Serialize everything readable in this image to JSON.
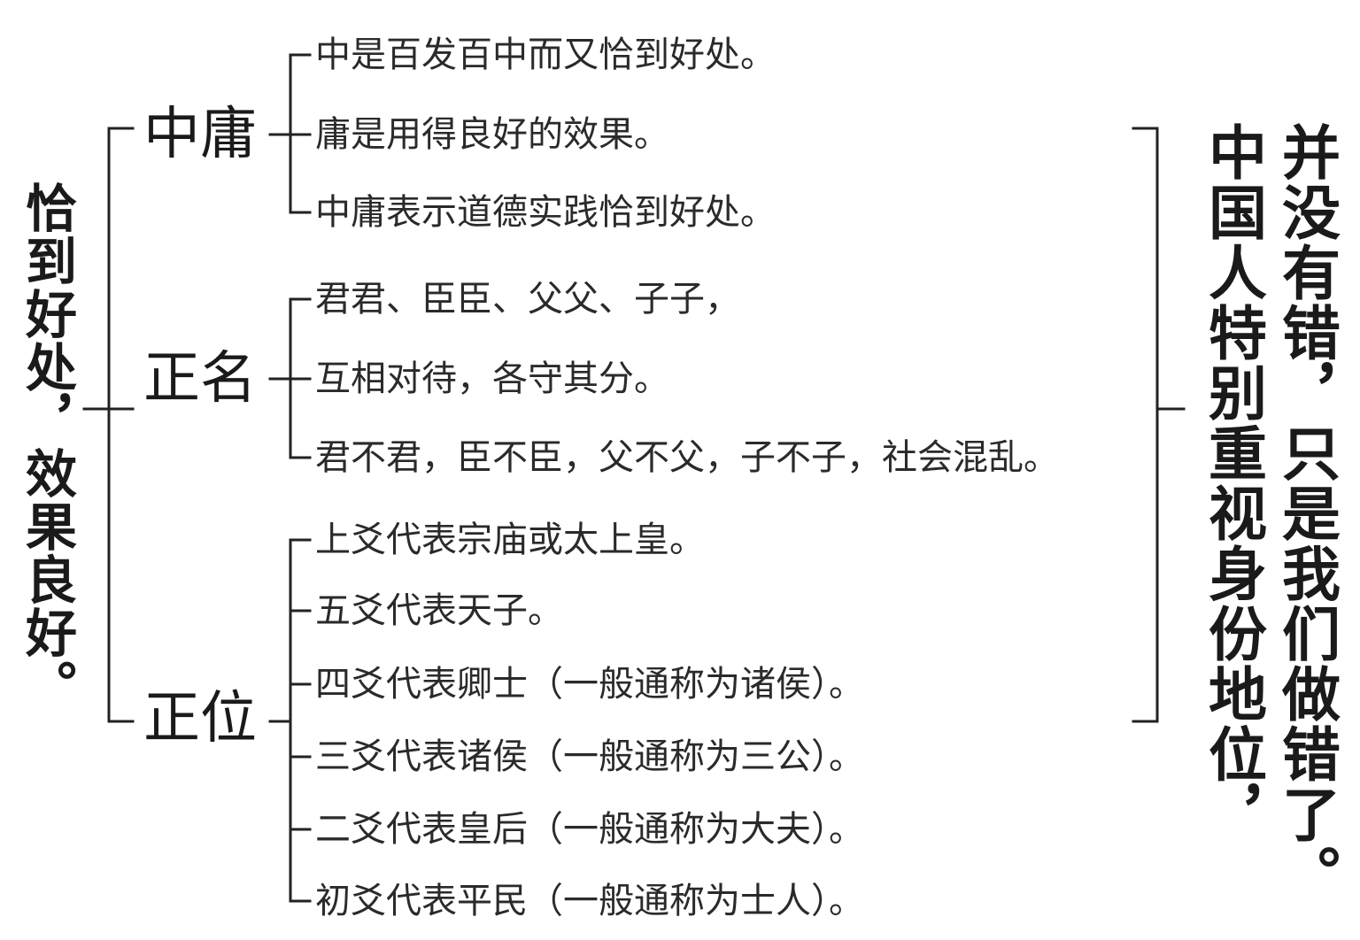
{
  "left_caption": "恰到好处，效果良好。",
  "right_caption_col1": "并没有错，只是我们做错了。",
  "right_caption_col2": "中国人特别重视身份地位，",
  "groups": [
    {
      "label": "中庸",
      "items": [
        "中是百发百中而又恰到好处。",
        "庸是用得良好的效果。",
        "中庸表示道德实践恰到好处。"
      ]
    },
    {
      "label": "正名",
      "items": [
        "君君、臣臣、父父、子子，",
        "互相对待，各守其分。",
        "君不君，臣不臣，父不父，子不子，社会混乱。"
      ]
    },
    {
      "label": "正位",
      "items": [
        "上爻代表宗庙或太上皇。",
        "五爻代表天子。",
        "四爻代表卿士（一般通称为诸侯）。",
        "三爻代表诸侯（一般通称为三公）。",
        "二爻代表皇后（一般通称为大夫）。",
        "初爻代表平民（一般通称为士人）。"
      ]
    }
  ]
}
